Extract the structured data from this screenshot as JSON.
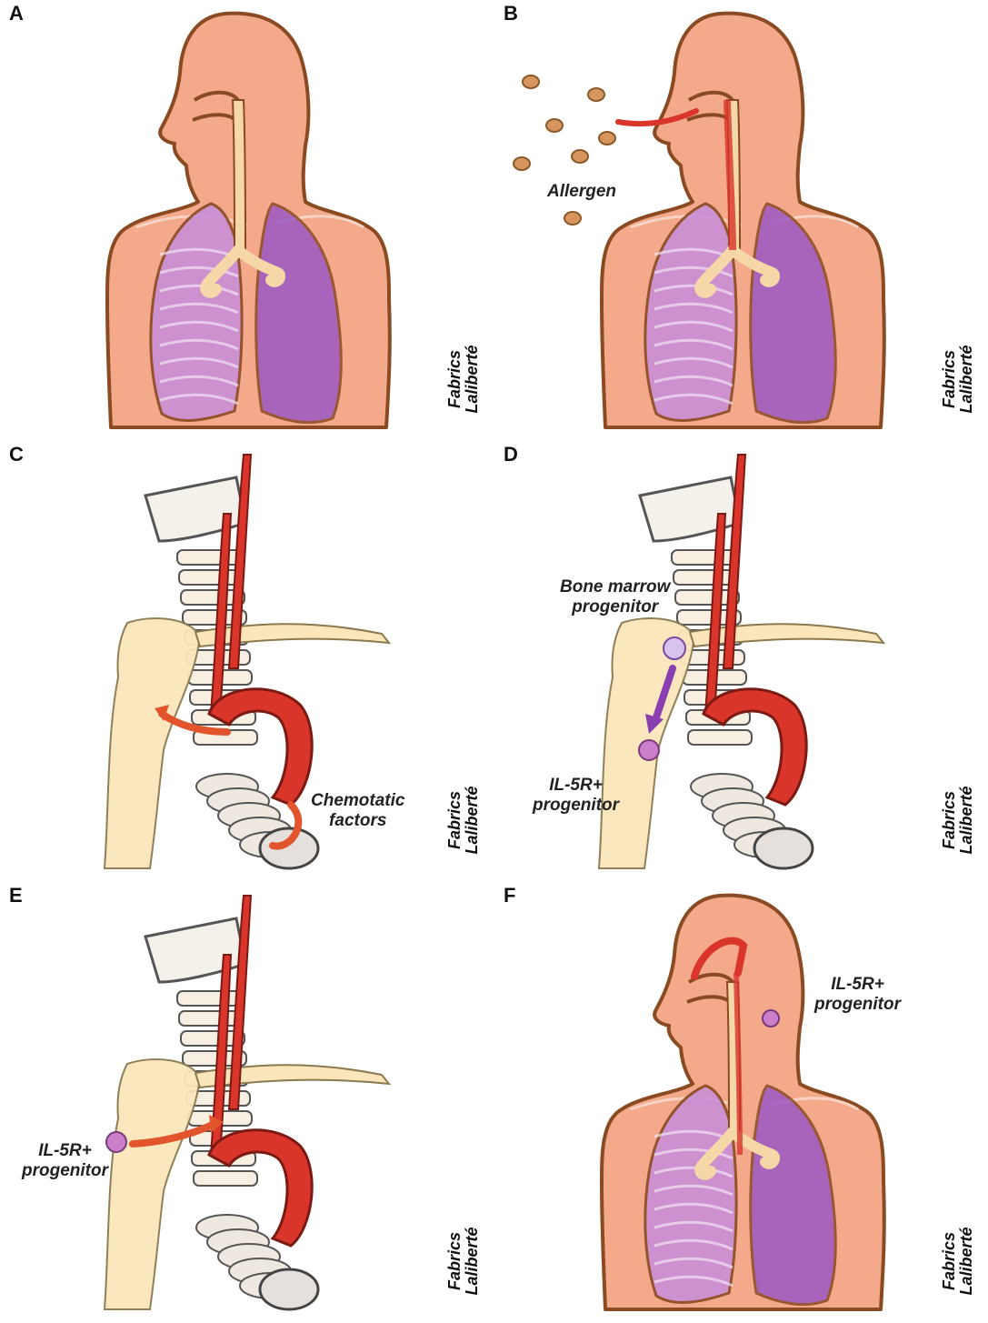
{
  "panels": [
    {
      "id": "A",
      "label": "A",
      "credit": "Fabrics\nLaliberté",
      "kind": "torso-normal",
      "annotations": []
    },
    {
      "id": "B",
      "label": "B",
      "credit": "Fabrics\nLaliberté",
      "kind": "torso-allergen",
      "annotations": [
        "Allergen"
      ]
    },
    {
      "id": "C",
      "label": "C",
      "credit": "Fabrics\nLaliberté",
      "kind": "skeleton-chemotactic",
      "annotations": [
        "Chemotatic\nfactors"
      ]
    },
    {
      "id": "D",
      "label": "D",
      "credit": "Fabrics\nLaliberté",
      "kind": "skeleton-marrow",
      "annotations": [
        "Bone marrow\nprogenitor",
        "IL-5R+\nprogenitor"
      ]
    },
    {
      "id": "E",
      "label": "E",
      "credit": "Fabrics\nLaliberté",
      "kind": "skeleton-migration",
      "annotations": [
        "IL-5R+\nprogenitor"
      ]
    },
    {
      "id": "F",
      "label": "F",
      "credit": "Fabrics\nLaliberté",
      "kind": "torso-airway",
      "annotations": [
        "IL-5R+\nprogenitor"
      ]
    }
  ],
  "colors": {
    "skin": "#f4a98a",
    "outline": "#8a4a22",
    "lung": "#c98fd8",
    "lung_dark": "#9b59c4",
    "airway": "#f6d7a8",
    "vessel": "#d9352a",
    "bone": "#fbe6bb",
    "allergen": "#d9955e",
    "cell": "#c97fc9"
  }
}
